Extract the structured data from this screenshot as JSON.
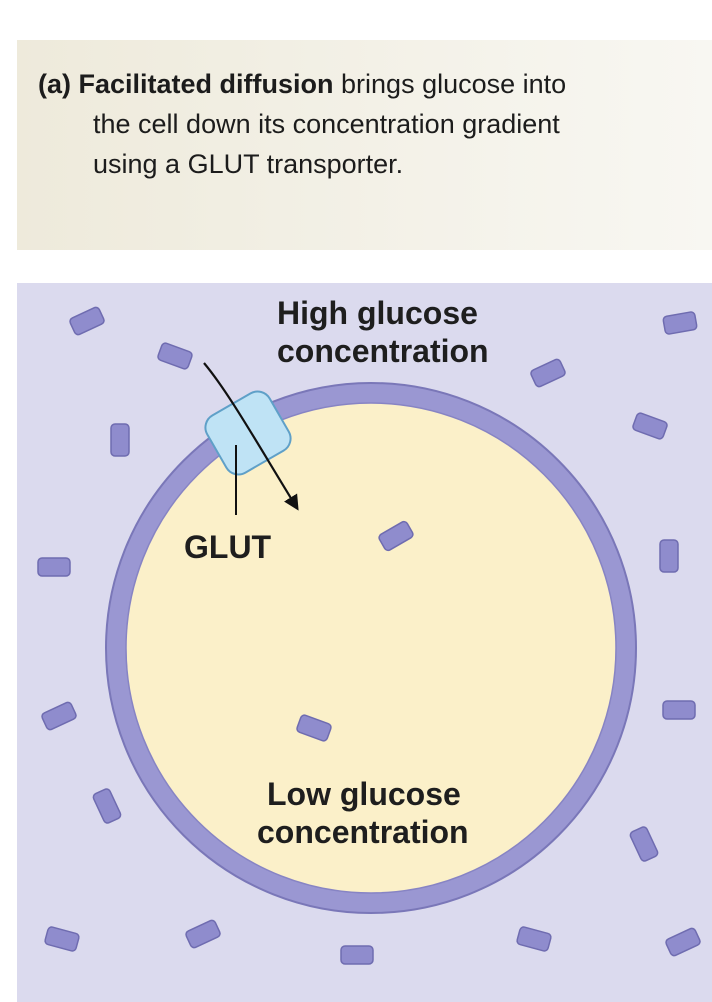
{
  "caption": {
    "label": "(a)",
    "term": "Facilitated diffusion",
    "line1_rest": " brings glucose into",
    "line2": "the cell down its concentration gradient",
    "line3": "using a GLUT transporter."
  },
  "diagram": {
    "high_label_line1": "High glucose",
    "high_label_line2": "concentration",
    "transporter_label": "GLUT",
    "low_label_line1": "Low glucose",
    "low_label_line2": "concentration"
  },
  "colors": {
    "caption_background": "#efebdc",
    "extracellular": "#dbdaee",
    "cytoplasm": "#fbf0c9",
    "membrane": "#9a97d2",
    "glucose": "#8f8ccd",
    "transporter": "#bfe3f5"
  }
}
